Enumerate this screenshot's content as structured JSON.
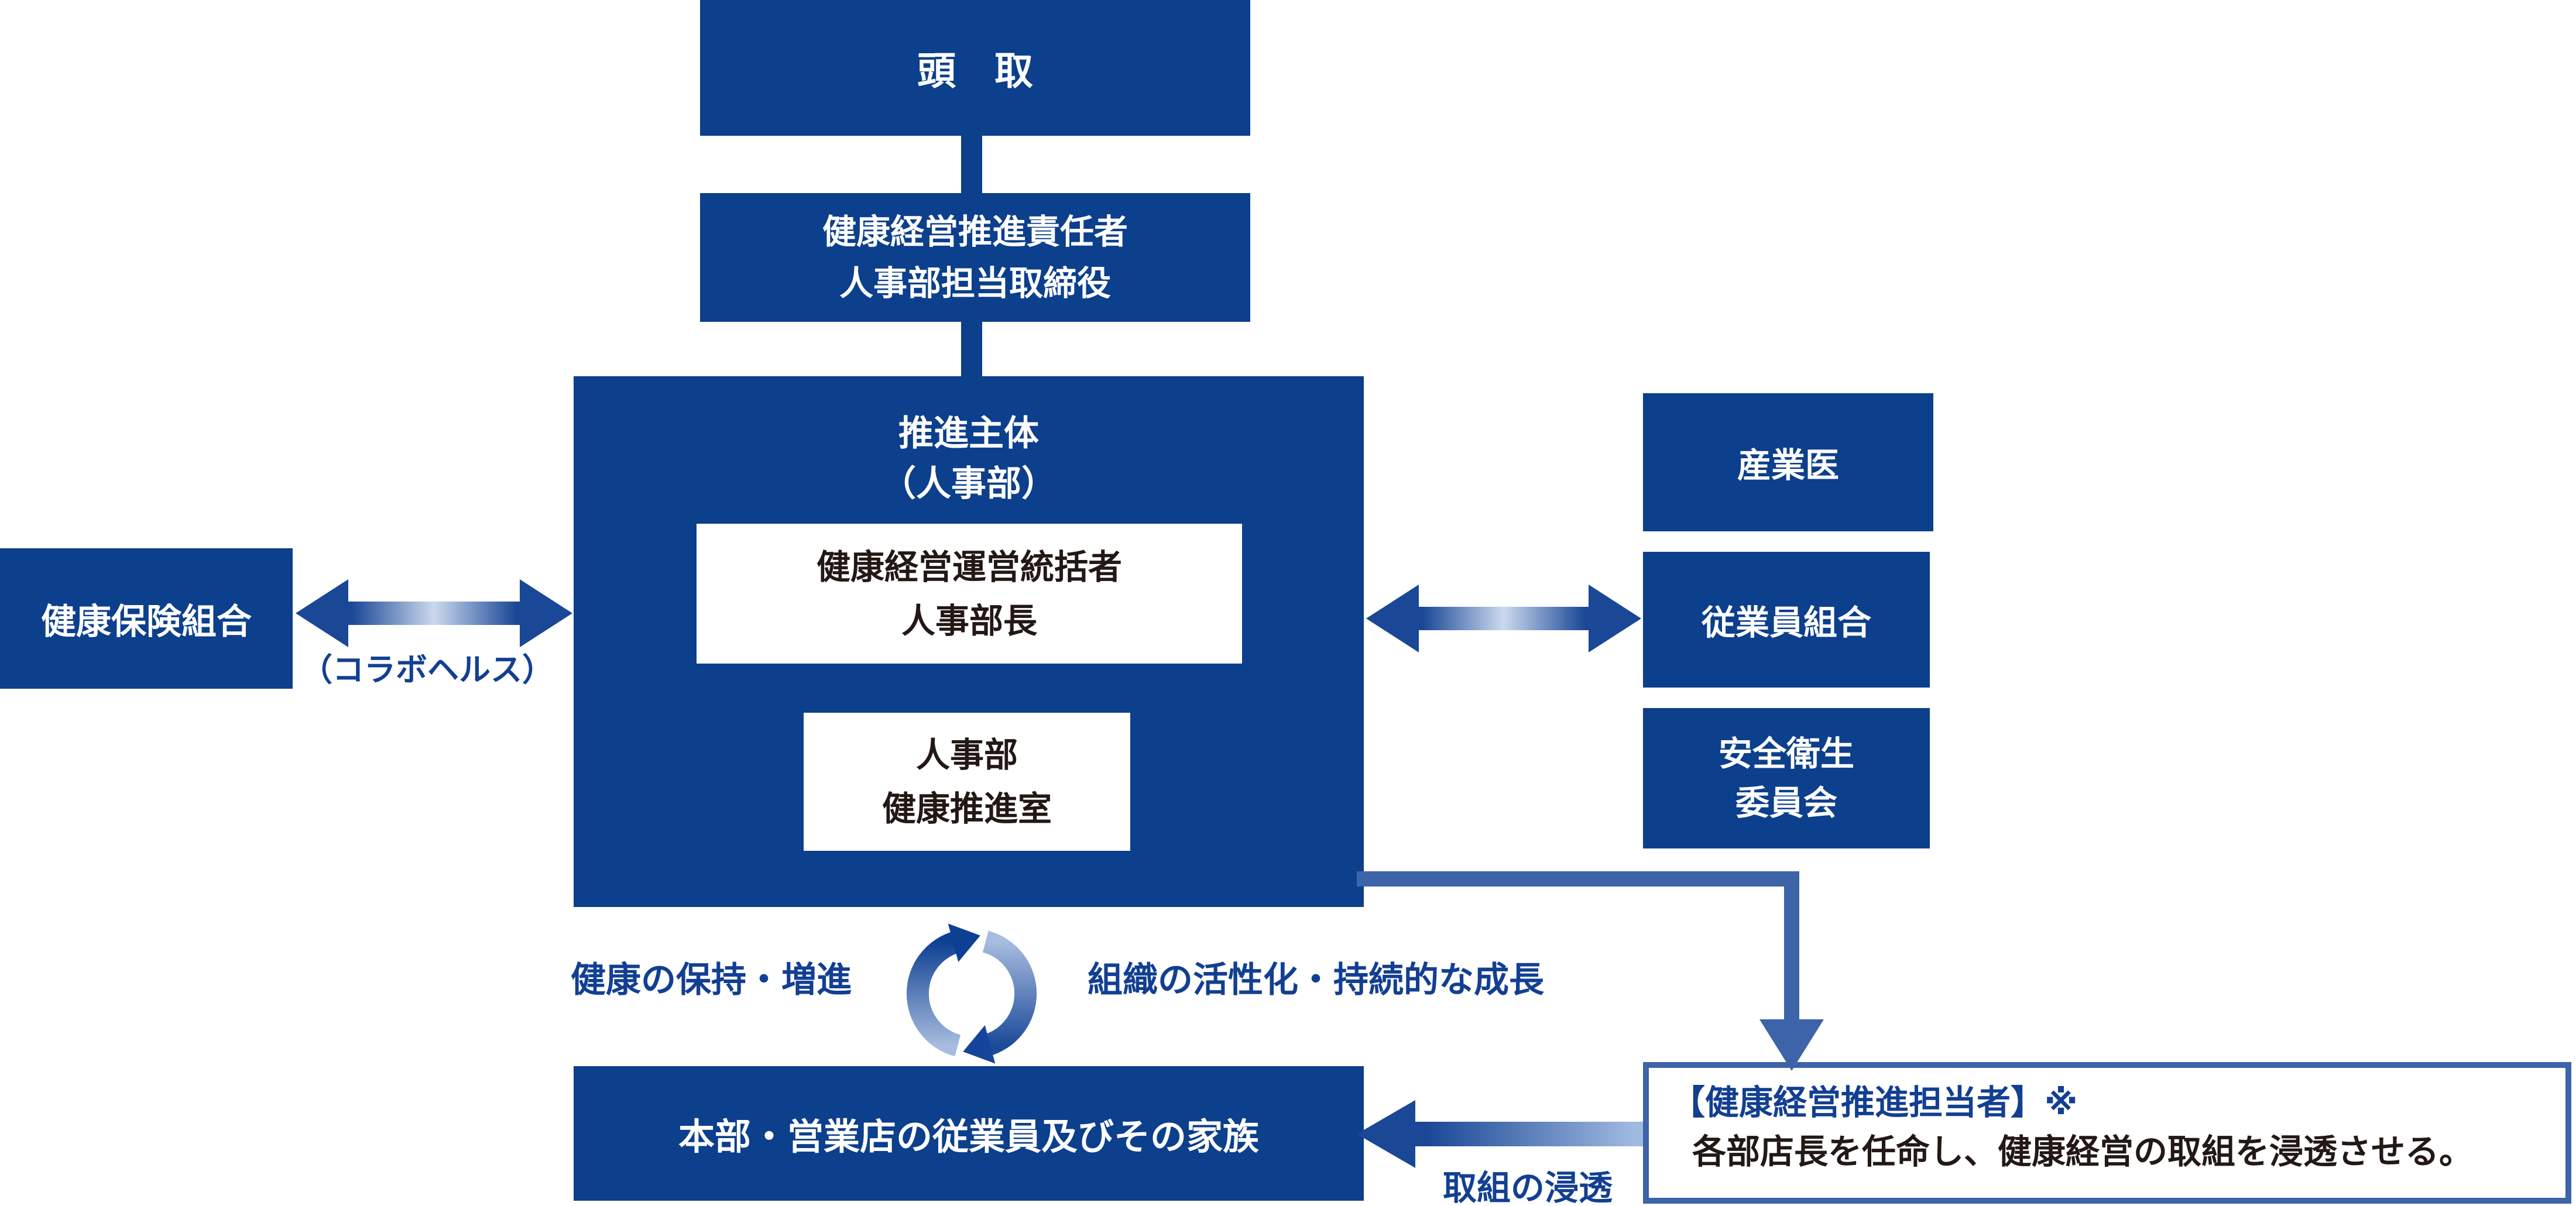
{
  "president_box": {
    "label": "頭　取"
  },
  "responsible_box": {
    "line1": "健康経営推進責任者",
    "line2": "人事部担当取締役"
  },
  "promotion_box": {
    "title_line1": "推進主体",
    "title_line2": "（人事部）",
    "supervisor": {
      "line1": "健康経営運営統括者",
      "line2": "人事部長"
    },
    "office": {
      "line1": "人事部",
      "line2": "健康推進室"
    }
  },
  "insurance_box": {
    "label": "健康保険組合"
  },
  "collabo_health_label": "（コラボヘルス）",
  "external_boxes": {
    "occupational_physician": "産業医",
    "employee_union": "従業員組合",
    "safety_committee_line1": "安全衛生",
    "safety_committee_line2": "委員会"
  },
  "cycle": {
    "left_label": "健康の保持・増進",
    "right_label": "組織の活性化・持続的な成長"
  },
  "employees_box": {
    "label": "本部・営業店の従業員及びその家族"
  },
  "note_box": {
    "title": "【健康経営推進担当者】※",
    "body": "各部店長を任命し、健康経営の取組を浸透させる。"
  },
  "penetration_label": "取組の浸透",
  "colors": {
    "navy": "#0c3f8c",
    "connector_blue": "#3d63a8",
    "arrow_gradient_dark": "#1a4796",
    "arrow_gradient_light": "#ccd9ee",
    "arrow_gradient_light_end": "#9fb9e0",
    "text_blue": "#123f92",
    "text_black": "#231815"
  }
}
